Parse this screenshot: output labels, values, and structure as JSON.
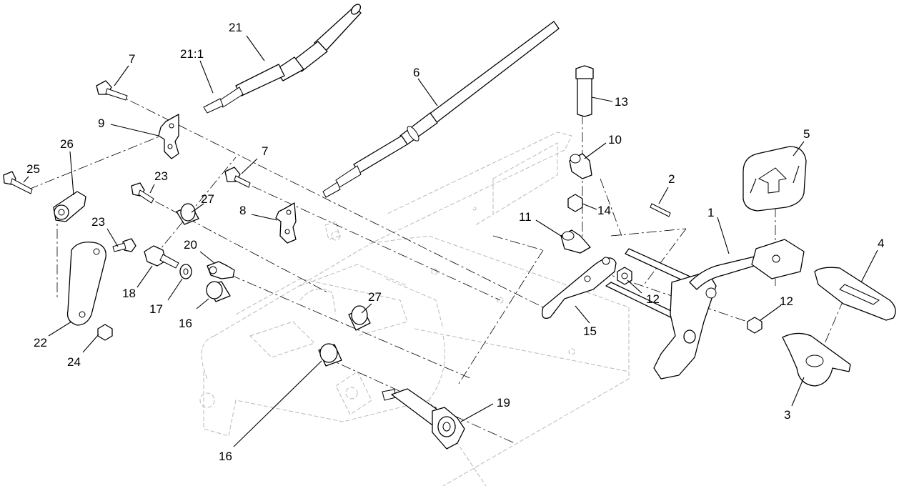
{
  "diagram": {
    "type": "exploded-parts-view",
    "callouts": [
      "1",
      "2",
      "3",
      "4",
      "5",
      "6",
      "7",
      "7",
      "8",
      "9",
      "10",
      "11",
      "12",
      "12",
      "13",
      "14",
      "15",
      "16",
      "16",
      "17",
      "18",
      "19",
      "20",
      "21",
      "21:1",
      "22",
      "23",
      "23",
      "24",
      "25",
      "26",
      "27",
      "27"
    ]
  }
}
